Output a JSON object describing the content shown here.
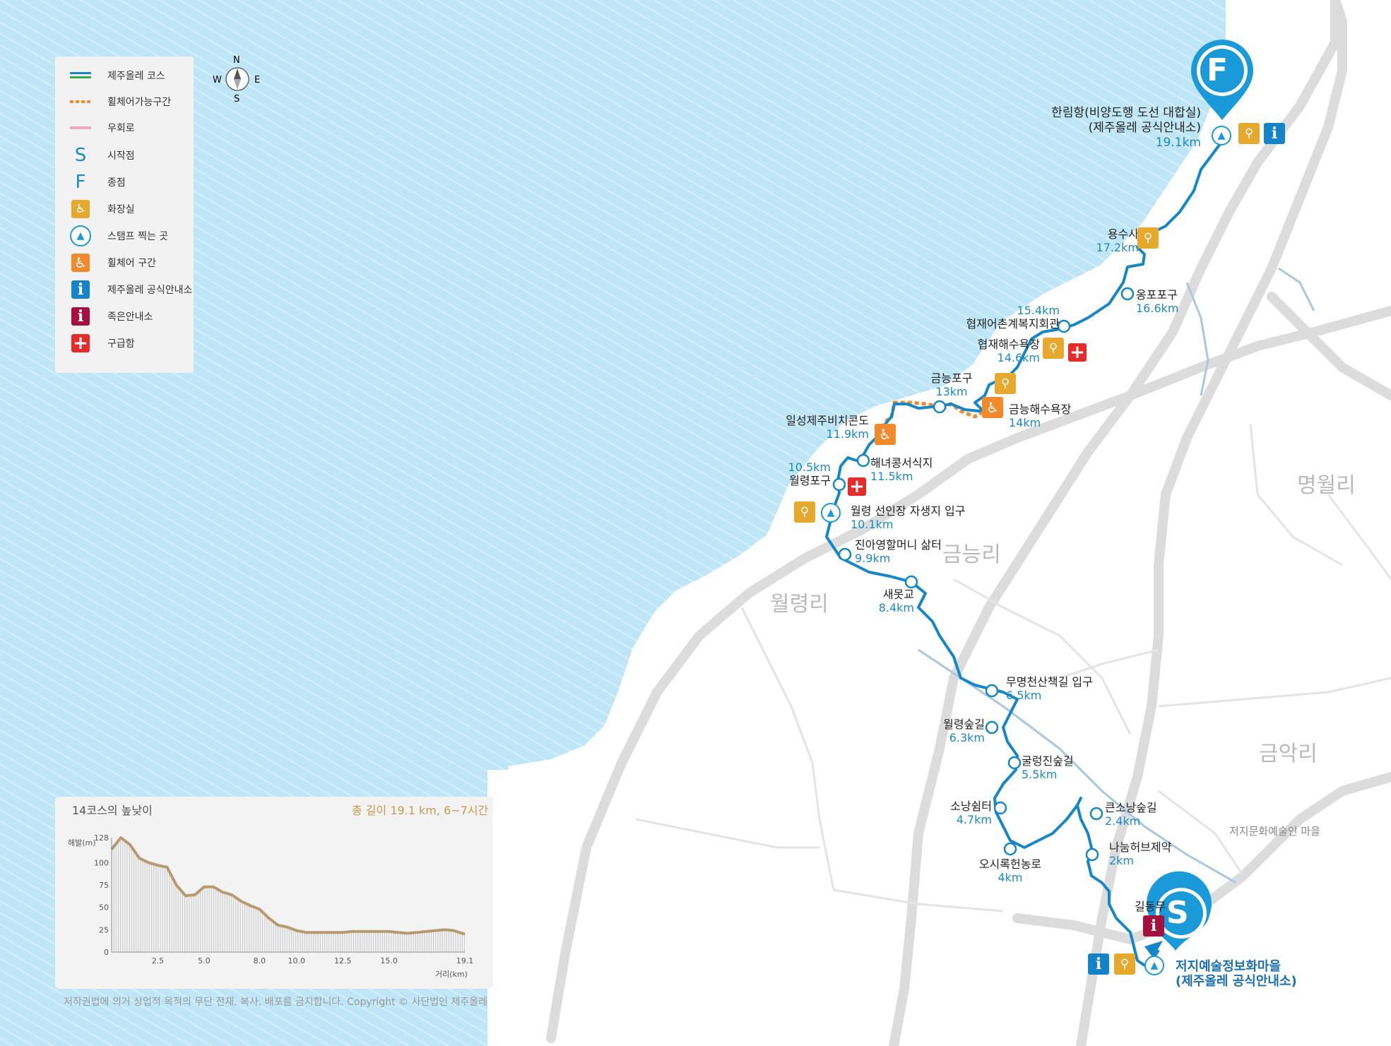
{
  "colors": {
    "sea": "#bfe6f7",
    "road": "#dcdcdc",
    "course": "#1587c8",
    "wheelchair": "#f08a2c",
    "detour": "#f2a7c0",
    "marker": "#1a9ad8"
  },
  "legend": {
    "items": [
      {
        "icon": "olle-course-line",
        "label": "제주올레 코스"
      },
      {
        "icon": "wheelchair-dashed-line",
        "label": "휠체어가능구간"
      },
      {
        "icon": "detour-line",
        "label": "우회로"
      },
      {
        "icon": "start-letter",
        "label": "시작점",
        "glyph": "S"
      },
      {
        "icon": "finish-letter",
        "label": "종점",
        "glyph": "F"
      },
      {
        "icon": "toilet-icon",
        "label": "화장실"
      },
      {
        "icon": "stamp-icon",
        "label": "스탬프 찍는 곳"
      },
      {
        "icon": "wheelchair-icon",
        "label": "휠체어 구간"
      },
      {
        "icon": "info-icon",
        "label": "제주올레 공식안내소"
      },
      {
        "icon": "small-info-icon",
        "label": "족은안내소"
      },
      {
        "icon": "first-aid-icon",
        "label": "구급함"
      }
    ]
  },
  "compass": {
    "n": "N",
    "s": "S",
    "e": "E",
    "w": "W"
  },
  "markers": {
    "start": "S",
    "finish": "F"
  },
  "villages": {
    "myeongwol": "명월리",
    "geumneung": "금능리",
    "wollyeong": "월령리",
    "geumak": "금악리",
    "jeoji": "저지문화예술인 마을"
  },
  "end_point": {
    "line1": "한림항(비양도행 도선 대합실)",
    "line2": "(제주올레 공식안내소)",
    "km": "19.1km"
  },
  "start_point": {
    "line1": "저지예술정보화마을",
    "line2": "(제주올레 공식안내소)"
  },
  "stops": {
    "yongsusa": {
      "name": "용수사",
      "km": "17.2km"
    },
    "ongpo": {
      "name": "옹포포구",
      "km": "16.6km"
    },
    "hyeopjae_welfare": {
      "name": "협재어촌계복지회관",
      "km": "15.4km"
    },
    "hyeopjae_beach": {
      "name": "협재해수욕장",
      "km": "14.6km"
    },
    "geumneung_port": {
      "name": "금능포구",
      "km": "13km"
    },
    "geumneung_beach": {
      "name": "금능해수욕장",
      "km": "14km"
    },
    "ilseong": {
      "name": "일성제주비치콘도",
      "km": "11.9km"
    },
    "haenyeo": {
      "name": "해녀콩서식지",
      "km": "11.5km"
    },
    "wollyeong_port": {
      "name": "월령포구",
      "km": "10.5km"
    },
    "cactus": {
      "name": "월령 선인장 자생지 입구",
      "km": "10.1km"
    },
    "jinayeong": {
      "name": "진아영할머니 삶터",
      "km": "9.9km"
    },
    "saemotgyo": {
      "name": "새못교",
      "km": "8.4km"
    },
    "mumyeong": {
      "name": "무명천산책길 입구",
      "km": "6.5km"
    },
    "wollyeong_forest": {
      "name": "월령숲길",
      "km": "6.3km"
    },
    "gulleongjin": {
      "name": "굴렁진숲길",
      "km": "5.5km"
    },
    "sonang": {
      "name": "소낭쉼터",
      "km": "4.7km"
    },
    "osirok": {
      "name": "오시록헌농로",
      "km": "4km"
    },
    "keunsonang": {
      "name": "큰소낭숲길",
      "km": "2.4km"
    },
    "nanum": {
      "name": "나눔허브제약",
      "km": "2km"
    },
    "gildongmu": {
      "name": "길동무",
      "km": ""
    }
  },
  "elevation": {
    "title": "14코스의 높낮이",
    "summary": "총 길이 19.1 km, 6~7시간",
    "ylabel": "해발(m)",
    "xlabel": "거리(km)",
    "yticks": [
      "128",
      "100",
      "75",
      "50",
      "25",
      "0"
    ],
    "xticks": [
      "2.5",
      "5.0",
      "8.0",
      "10.0",
      "12.5",
      "15.0",
      "19.1"
    ],
    "profile_km": [
      0,
      0.5,
      1.0,
      1.5,
      2.0,
      2.5,
      3.0,
      3.5,
      4.0,
      4.5,
      5.0,
      5.5,
      6.0,
      6.5,
      7.0,
      7.5,
      8.0,
      8.5,
      9.0,
      9.5,
      10.0,
      10.5,
      11.0,
      11.5,
      12.0,
      12.5,
      13.0,
      13.5,
      14.0,
      14.5,
      15.0,
      15.5,
      16.0,
      16.5,
      17.0,
      17.5,
      18.0,
      18.5,
      19.1
    ],
    "profile_m": [
      115,
      128,
      120,
      105,
      100,
      97,
      95,
      75,
      63,
      64,
      73,
      73,
      67,
      64,
      57,
      52,
      48,
      38,
      30,
      28,
      24,
      22,
      22,
      22,
      22,
      22,
      23,
      23,
      23,
      23,
      23,
      22,
      21,
      22,
      23,
      24,
      25,
      24,
      20
    ]
  },
  "copyright": "저작권법에 의거 상업적 목적의 무단 전재, 복사, 배포를 금지합니다. Copyright © 사단법인 제주올레"
}
